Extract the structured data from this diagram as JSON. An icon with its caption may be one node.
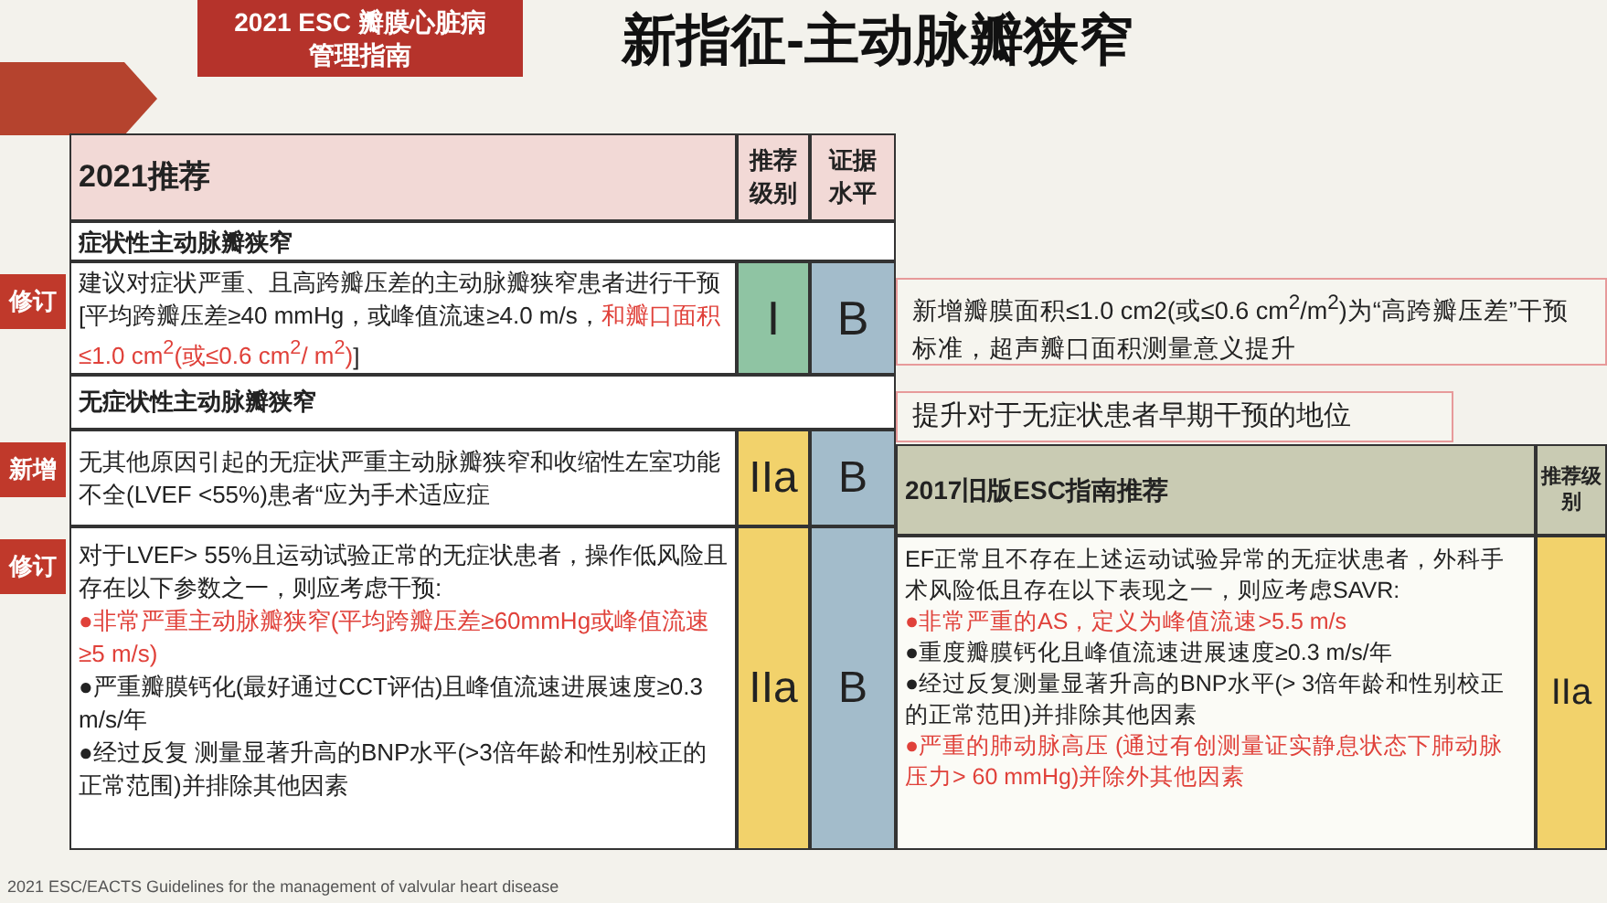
{
  "diagram": {
    "title": "新指征-主动脉瓣狭窄",
    "labels": [
      "2021 ESC 瓣膜心脏病管理指南",
      "修订",
      "新增",
      "修订",
      "2021推荐",
      "推荐级别",
      "证据水平",
      "症状性主动脉瓣狭窄",
      "建议对症状严重、且高跨瓣压差的主动脉瓣狭窄患者进行干预[平均跨瓣压差≥40 mmHg，或峰值流速≥4.0 m/s，",
      "和瓣口面积≤1.0 cm$^{2}$(或≤0.6 cm$^{2}$/ m$^{2}$)",
      "]",
      "I",
      "B",
      "无症状性主动脉瓣狭窄",
      "无其他原因引起的无症状严重主动脉瓣狭窄和收缩性左室功能不全(LVEF <55%)患者“应为手术适应症",
      "IIa",
      "B",
      "对于LVEF> 55%且运动试验正常的无症状患者，操作低风险且存在以下参数之一，则应考虑干预:",
      "●非常严重主动脉瓣狭窄(平均跨瓣压差≥60mmHg或峰值流速≥5 m/s)",
      "●严重瓣膜钙化(最好通过CCT评估)且峰值流速进展速度≥0.3 m/s/年",
      "●经过反复 测量显著升高的BNP水平(>3倍年龄和性别校正的正常范围)并排除其他因素",
      "IIa",
      "B",
      "新增瓣膜面积≤1.0 cm2(或≤0.6 cm$^{2}$/m$^{2}$)为“高跨瓣压差”干预标准，超声瓣口面积测量意义提升",
      "提升对于无症状患者早期干预的地位",
      "2017旧版ESC指南推荐",
      "推荐级别",
      "EF正常且不存在上述运动试验异常的无症状患者，外科手术风险低且存在以下表现之一，则应考虑SAVR:",
      "●非常严重的AS，定义为峰值流速>5.5 m/s",
      "●重度瓣膜钙化且峰值流速进展速度≥0.3 m/s/年",
      "●经过反复测量显著升高的BNP水平(> 3倍年龄和性别校正的正常范田)并排除其他因素",
      "●严重的肺动脉高压 (通过有创测量证实静息状态下肺动脉压力> 60 mmHg)并除外其他因素",
      "IIa",
      "2021 ESC/EACTS Guidelines for the management of valvular heart disease"
    ]
  }
}
